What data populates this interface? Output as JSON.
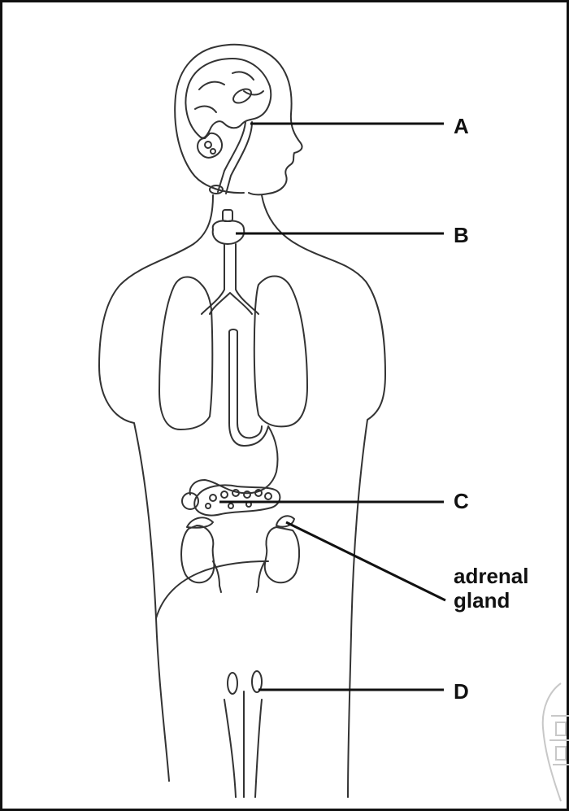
{
  "diagram": {
    "labels": {
      "a": "A",
      "b": "B",
      "c": "C",
      "adrenal_line1": "adrenal",
      "adrenal_line2": "gland",
      "d": "D"
    },
    "colors": {
      "stroke": "#333333",
      "leader": "#111111",
      "background": "#ffffff"
    }
  }
}
